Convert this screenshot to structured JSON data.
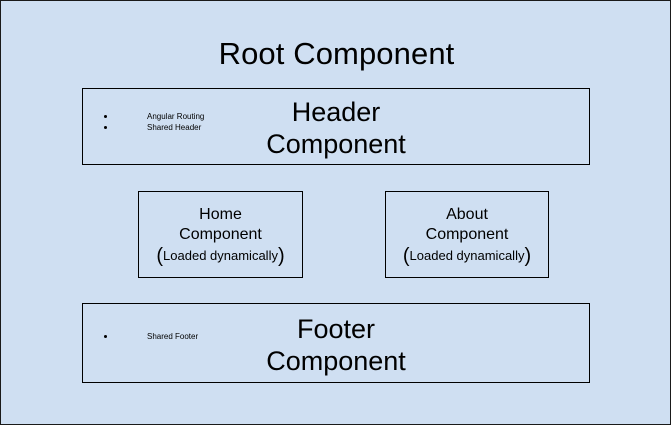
{
  "diagram": {
    "title": "Root Component",
    "background_color": "#cfdff2",
    "border_color": "#000000",
    "header": {
      "label_line1": "Header",
      "label_line2": "Component",
      "bullets": [
        "Angular Routing",
        "Shared Header"
      ]
    },
    "children": [
      {
        "name": "home",
        "label_line1": "Home",
        "label_line2": "Component",
        "note_open": "(",
        "note_text": "Loaded dynamically",
        "note_close": ")"
      },
      {
        "name": "about",
        "label_line1": "About",
        "label_line2": "Component",
        "note_open": "(",
        "note_text": "Loaded dynamically",
        "note_close": ")"
      }
    ],
    "footer": {
      "label_line1": "Footer",
      "label_line2": "Component",
      "bullets": [
        "Shared Footer"
      ]
    }
  }
}
